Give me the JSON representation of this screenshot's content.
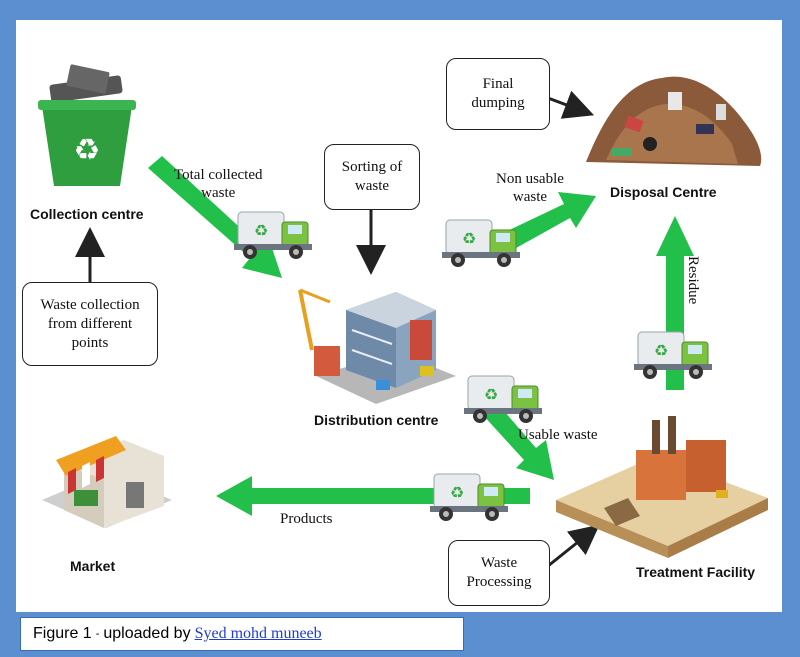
{
  "nodes": {
    "collection": "Collection centre",
    "distribution": "Distribution centre",
    "disposal": "Disposal Centre",
    "treatment": "Treatment Facility",
    "market": "Market"
  },
  "boxes": {
    "waste_collection": "Waste collection\nfrom different\npoints",
    "sorting": "Sorting of\nwaste",
    "final_dumping": "Final\ndumping",
    "waste_processing": "Waste\nProcessing"
  },
  "edge_labels": {
    "total_collected": "Total collected\nwaste",
    "non_usable": "Non usable\nwaste",
    "usable": "Usable waste",
    "residue": "Residue",
    "products": "Products"
  },
  "caption": {
    "prefix": "Figure 1",
    "dash": "-",
    "middle": "uploaded by",
    "author": "Syed mohd muneeb"
  },
  "colors": {
    "arrow_green": "#22c04a",
    "truck_green": "#7cc242",
    "bin_green": "#2e9e3f",
    "background_blue": "#5b8fd0"
  },
  "icons": [
    "recycle-icon",
    "truck-icon",
    "bin-icon",
    "building-icon",
    "factory-icon",
    "market-icon",
    "garbage-pile-icon"
  ]
}
